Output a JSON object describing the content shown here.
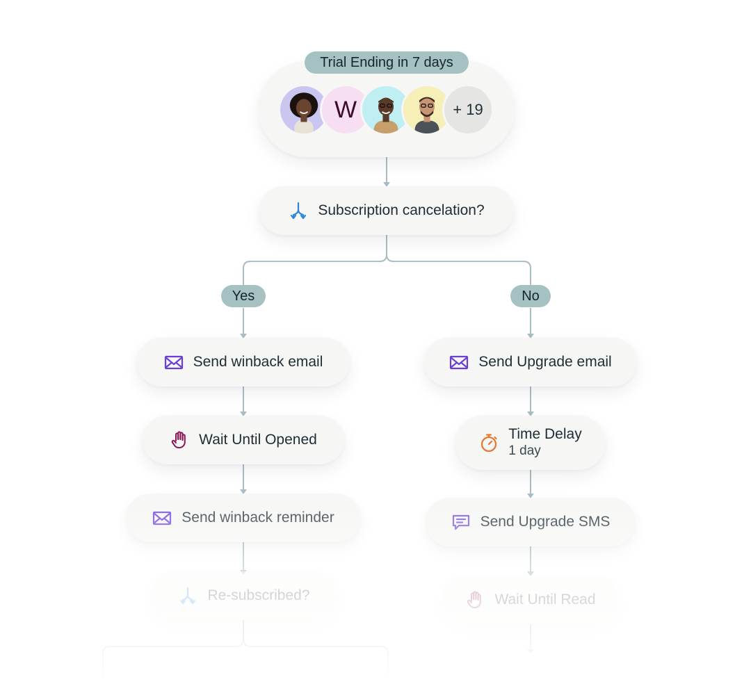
{
  "trigger": {
    "label": "Trial Ending in 7 days",
    "avatars": [
      {
        "type": "photo",
        "bg": "#c9c6f2",
        "skin": "#6b4331",
        "hair": "#1c120d",
        "shirt": "#e9e2d6"
      },
      {
        "type": "letter",
        "letter": "W",
        "bg": "#f7dff3"
      },
      {
        "type": "photo",
        "bg": "#bfeff2",
        "skin": "#5a3a28",
        "hair": "#151010",
        "shirt": "#c79f6b"
      },
      {
        "type": "photo",
        "bg": "#f7efb8",
        "skin": "#c99474",
        "hair": "#3a2a22",
        "shirt": "#4a5158"
      }
    ],
    "more_count": "+ 19"
  },
  "condition": {
    "label": "Subscription cancelation?",
    "icon": "split-icon"
  },
  "branches": {
    "yes": {
      "label": "Yes",
      "steps": [
        {
          "label": "Send winback email",
          "icon": "mail-icon"
        },
        {
          "label": "Wait Until Opened",
          "icon": "hand-icon"
        },
        {
          "label": "Send winback reminder",
          "icon": "mail-icon"
        },
        {
          "label": "Re-subscribed?",
          "icon": "split-icon"
        }
      ]
    },
    "no": {
      "label": "No",
      "steps": [
        {
          "label": "Send Upgrade email",
          "icon": "mail-icon"
        },
        {
          "label": "Time Delay",
          "sublabel": "1 day",
          "icon": "stopwatch-icon"
        },
        {
          "label": "Send Upgrade SMS",
          "icon": "sms-icon"
        },
        {
          "label": "Wait Until Read",
          "icon": "hand-icon"
        }
      ]
    }
  },
  "colors": {
    "connector": "#a9bec2",
    "pill": "#a6c1c2",
    "node_bg": "#f6f6f4",
    "split_icon": "#2d86d6",
    "mail_icon": "#6b3fd6",
    "hand_icon": "#8c1456",
    "stopwatch_icon": "#e8762c",
    "sms_icon": "#7a55d6"
  }
}
